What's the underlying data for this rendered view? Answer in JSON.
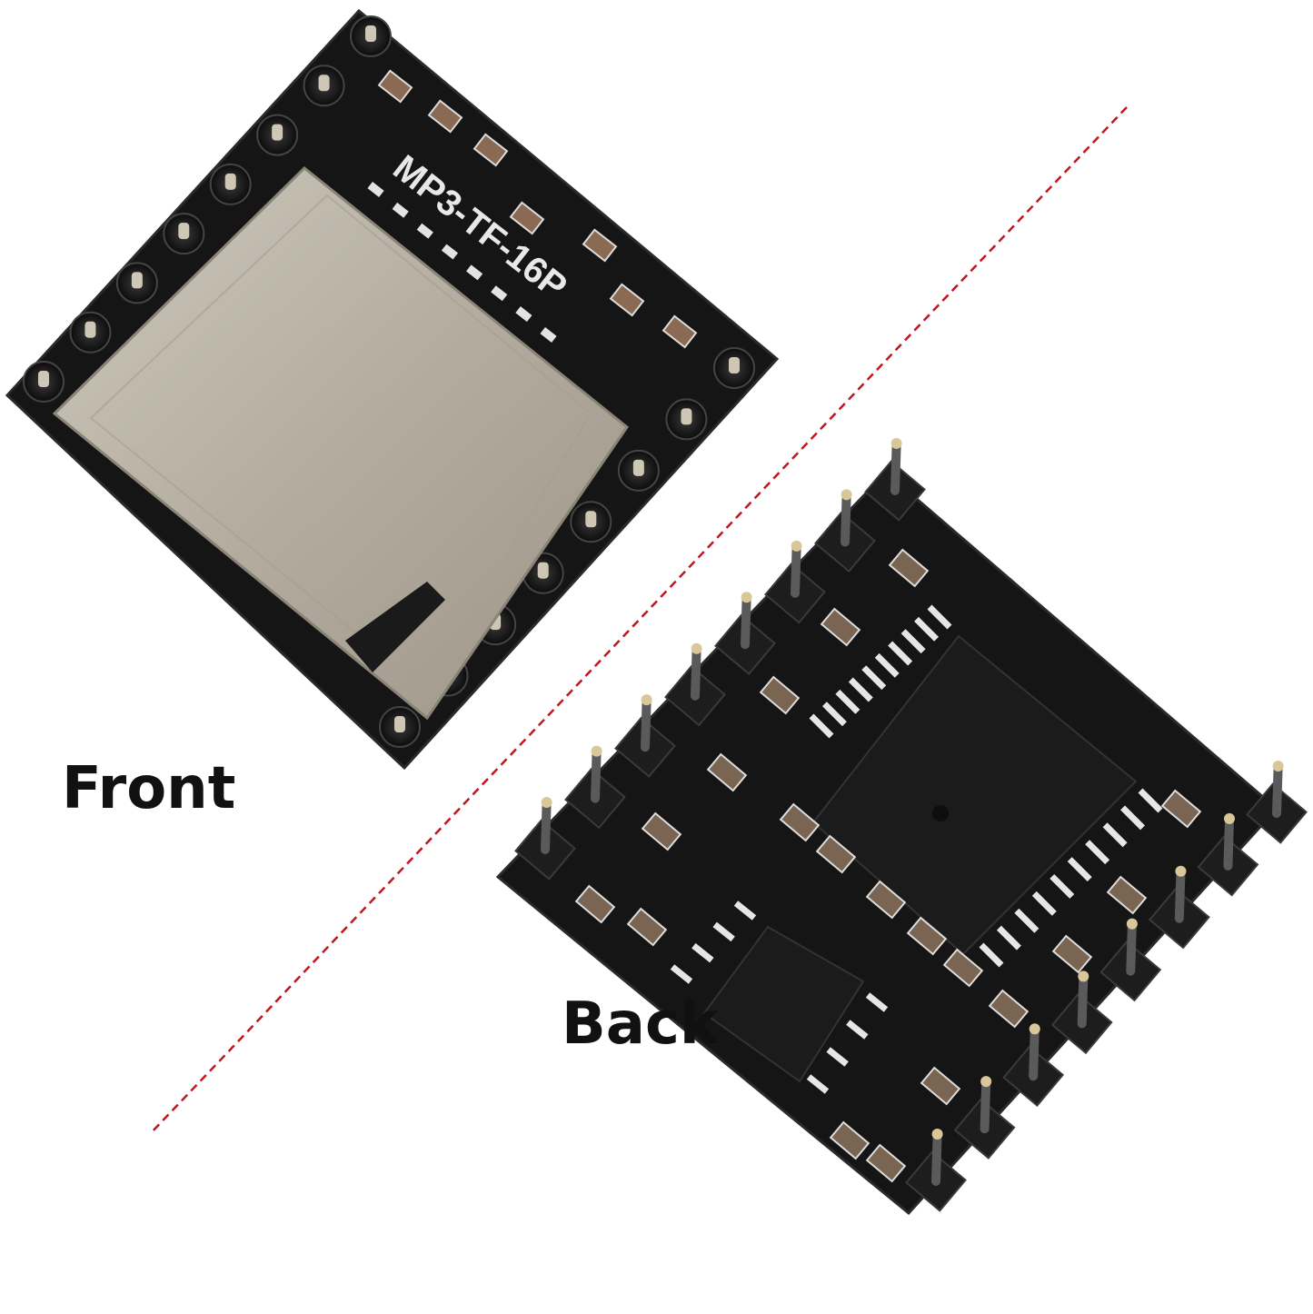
{
  "labels": {
    "front": "Front",
    "back": "Back"
  },
  "board_text": {
    "front_silkscreen": "MP3-TF-16P"
  },
  "colors": {
    "background": "#ffffff",
    "pcb": "#151515",
    "divider": "#c0161e",
    "sd_slot": "#b9b2a6",
    "pin_gold": "#d9c79a"
  }
}
